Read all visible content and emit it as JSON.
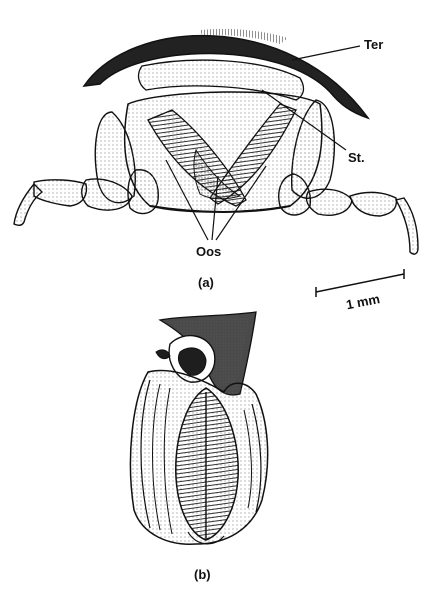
{
  "figure": {
    "part_a": {
      "caption": "(a)",
      "labels": {
        "tergum": "Ter",
        "sternum": "St.",
        "oostegites": "Oos"
      }
    },
    "part_b": {
      "caption": "(b)"
    },
    "scale_bar": {
      "label": "1 mm"
    }
  },
  "colors": {
    "ink": "#111111",
    "dark_fill": "#222222",
    "stipple": "#5a5a5a",
    "paper": "#ffffff"
  }
}
